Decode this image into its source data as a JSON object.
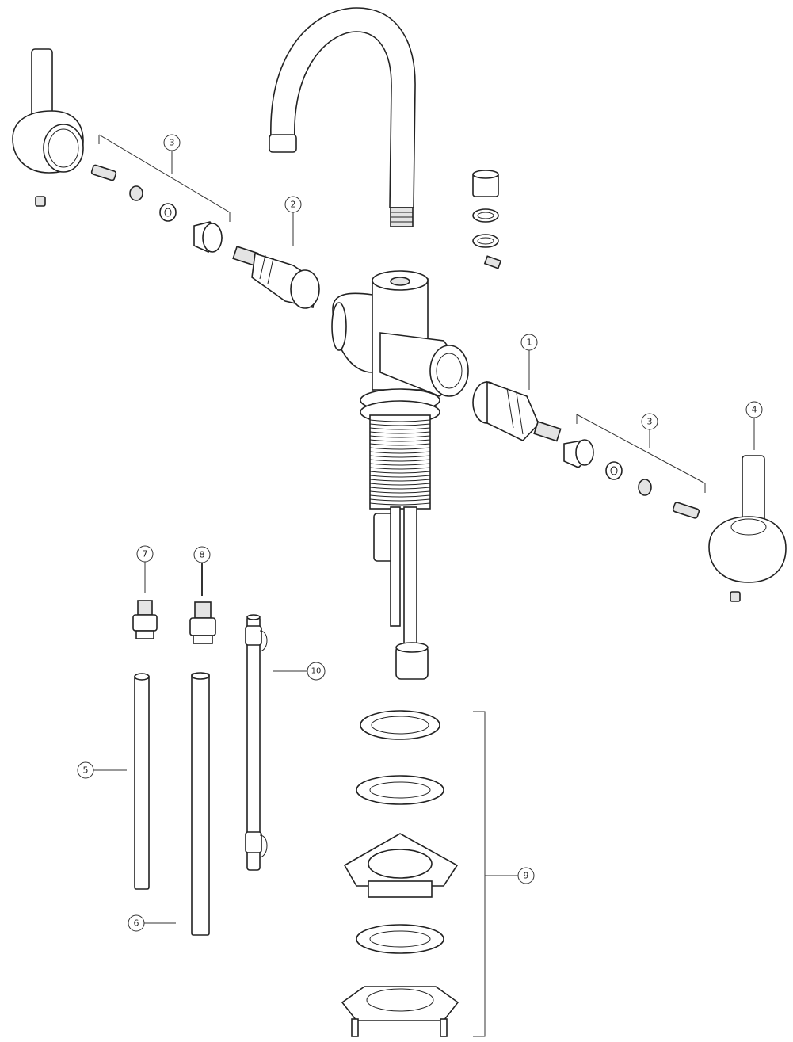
{
  "callouts": {
    "c1": "1",
    "c2": "2",
    "c3_left": "3",
    "c3_right": "3",
    "c4": "4",
    "c5": "5",
    "c6": "6",
    "c7": "7",
    "c8": "8",
    "c9": "9",
    "c10": "10"
  },
  "colors": {
    "line": "#222222",
    "fill": "#ffffff"
  }
}
